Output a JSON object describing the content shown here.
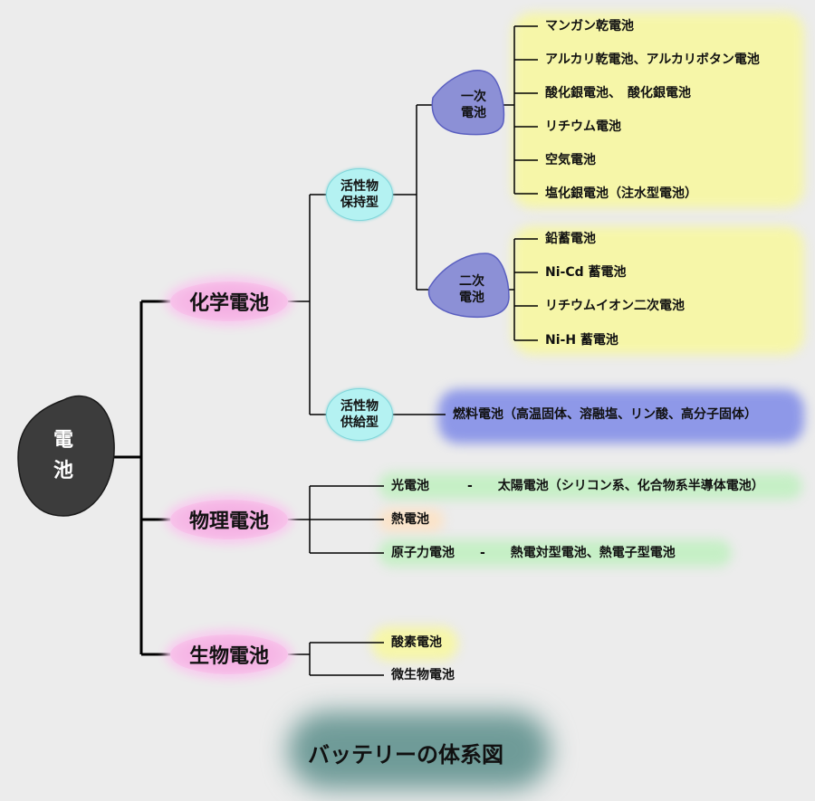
{
  "root": {
    "line1": "電",
    "line2": "池"
  },
  "categories": {
    "chemical": "化学電池",
    "physical": "物理電池",
    "biological": "生物電池"
  },
  "subtypes": {
    "retained": {
      "line1": "活性物",
      "line2": "保持型"
    },
    "supplied": {
      "line1": "活性物",
      "line2": "供給型"
    }
  },
  "groups": {
    "primary": {
      "line1": "一次",
      "line2": "電池"
    },
    "secondary": {
      "line1": "二次",
      "line2": "電池"
    }
  },
  "primary_items": [
    "マンガン乾電池",
    "アルカリ乾電池、アルカリボタン電池",
    "酸化銀電池、　酸化銀電池",
    "リチウム電池",
    "空気電池",
    "塩化銀電池（注水型電池）"
  ],
  "secondary_items": [
    "鉛蓄電池",
    "Ni-Cd 蓄電池",
    "リチウムイオン二次電池",
    "Ni-H 蓄電池"
  ],
  "supplied_items": [
    "燃料電池（高温固体、溶融塩、リン酸、高分子固体）"
  ],
  "physical_items": [
    "光電池　　　-　　太陽電池（シリコン系、化合物系半導体電池）",
    "熱電池",
    "原子力電池　　-　　熱電対型電池、熱電子型電池"
  ],
  "biological_items": [
    "酸素電池",
    "微生物電池"
  ],
  "footer_title": "バッテリーの体系図",
  "colors": {
    "background": "#ececec",
    "root_fill": "#3c3c3c",
    "category_fill": "#f4b2e4",
    "subtype_fill": "#b4f2f2",
    "group_fill": "#8c90d6",
    "highlight_yellow": "#f6f6a8",
    "highlight_blue": "#8e98e8",
    "highlight_green": "#c6efc6"
  }
}
